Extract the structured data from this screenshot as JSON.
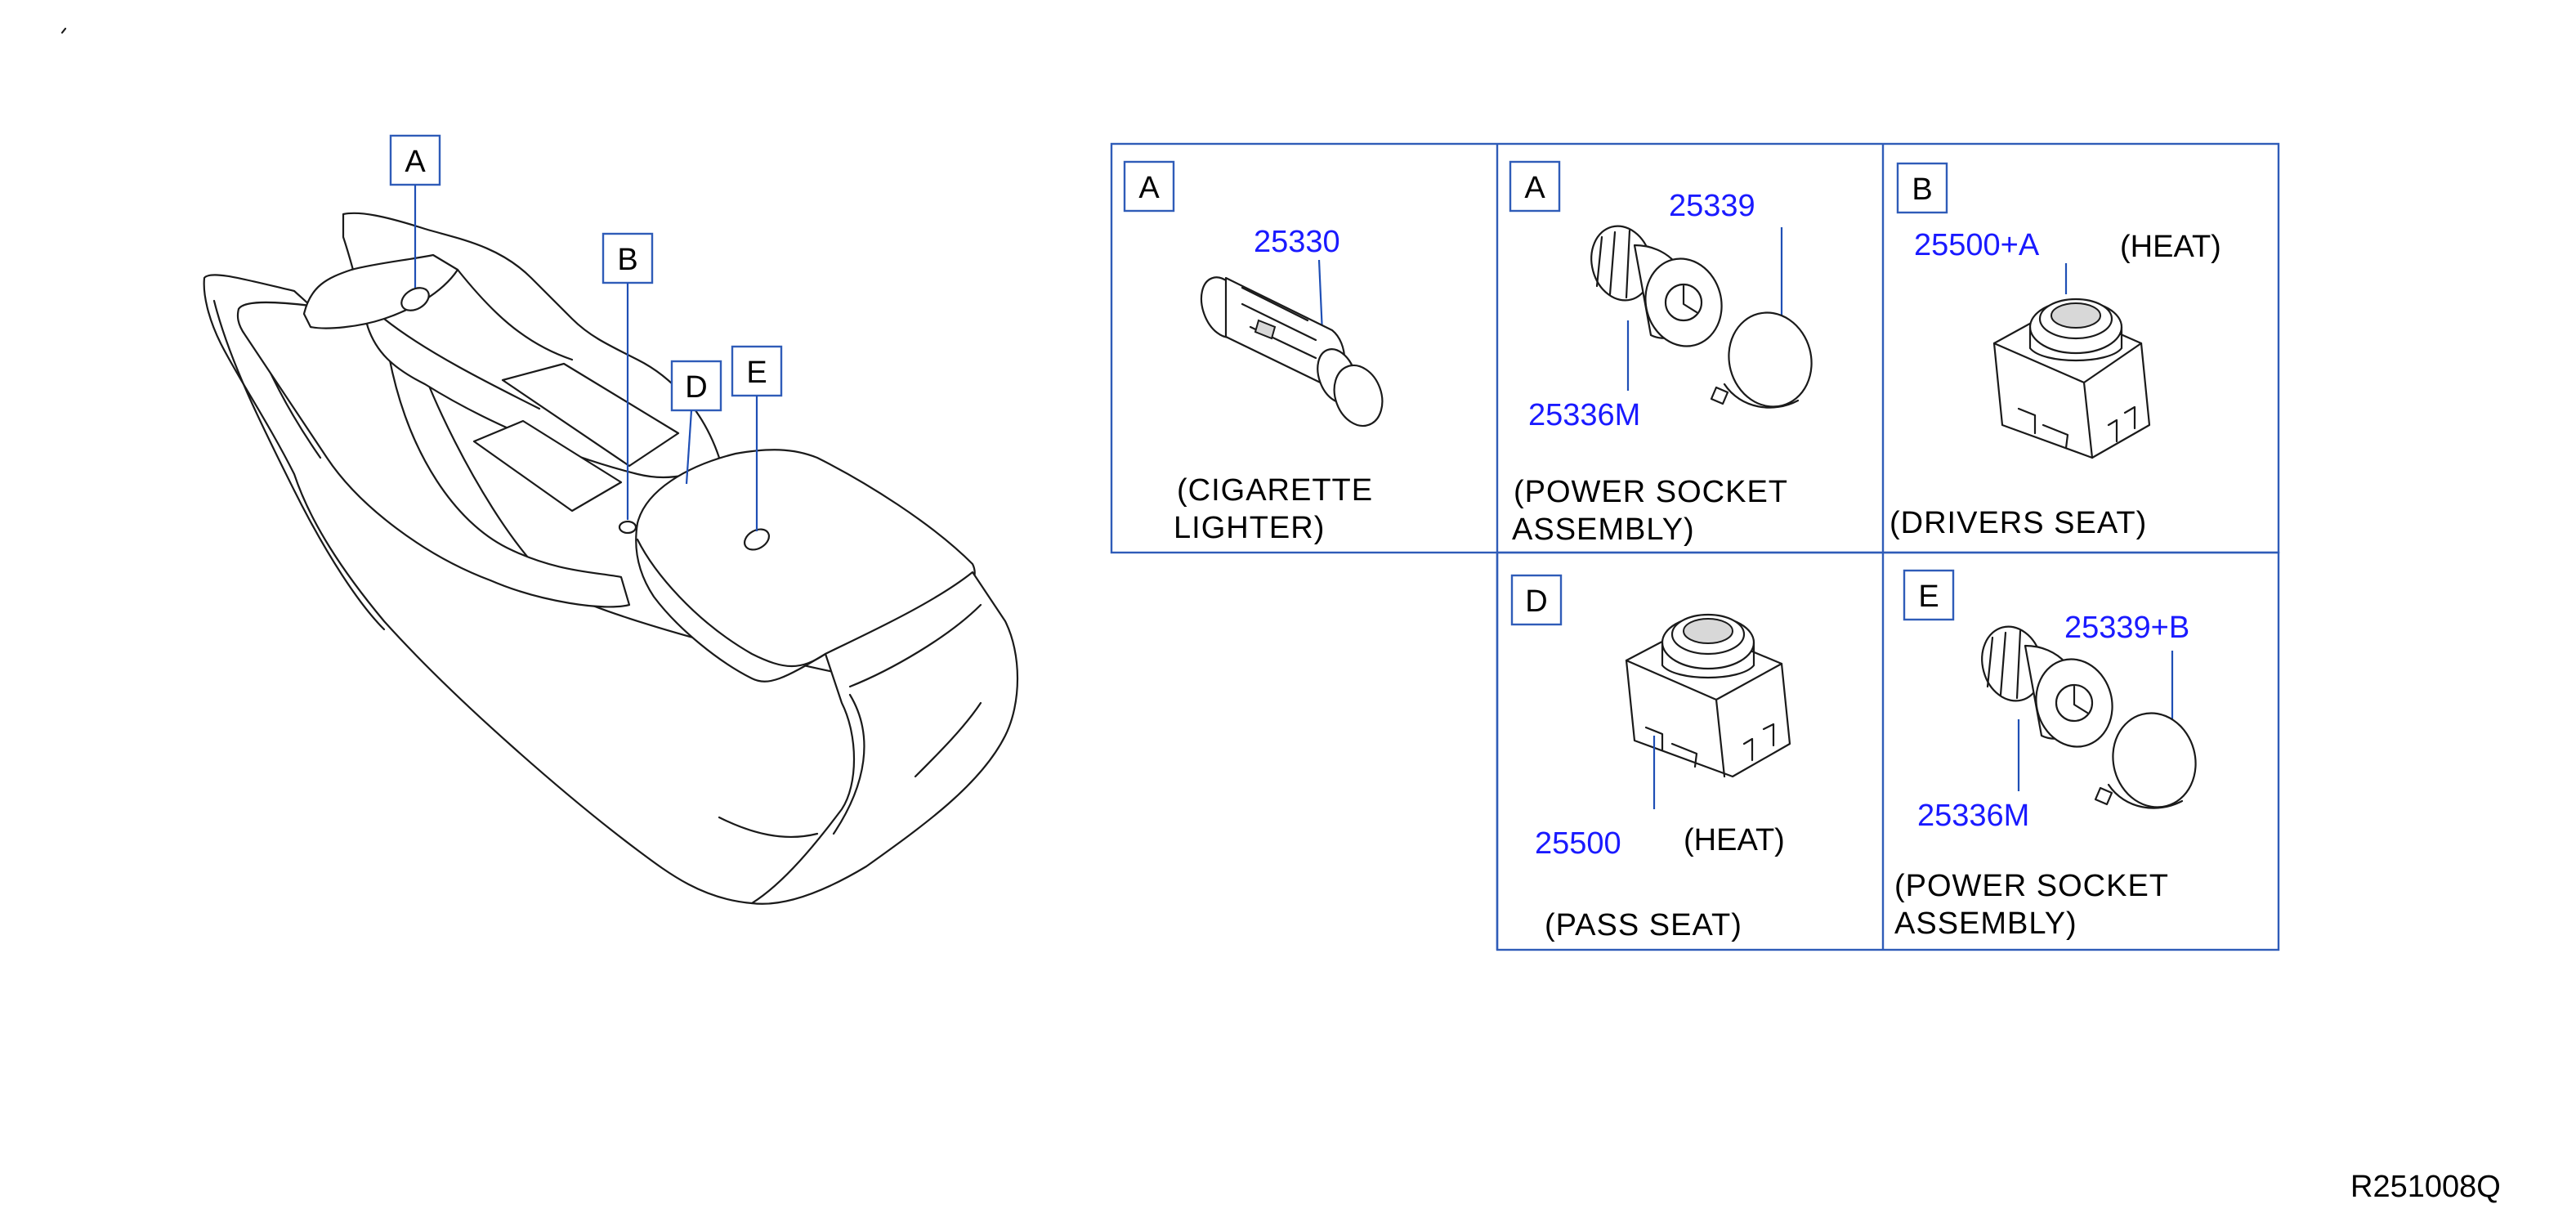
{
  "colors": {
    "part_number": "#1a1aff",
    "frame": "#2f5cb8",
    "leader": "#1f4fb5",
    "text": "#000000"
  },
  "overview_tags": [
    "A",
    "B",
    "D",
    "E"
  ],
  "cells": {
    "cig": {
      "tag": "A",
      "part": "25330",
      "caption1": "(CIGARETTE",
      "caption2": "LIGHTER)"
    },
    "ps1": {
      "tag": "A",
      "part_top": "25339",
      "part_bottom": "25336M",
      "caption1": "(POWER   SOCKET",
      "caption2": "ASSEMBLY)"
    },
    "drv": {
      "tag": "B",
      "part": "25500+A",
      "qual": "(HEAT)",
      "caption1": "(DRIVERS   SEAT)"
    },
    "pas": {
      "tag": "D",
      "part": "25500",
      "qual": "(HEAT)",
      "caption1": "(PASS   SEAT)"
    },
    "ps2": {
      "tag": "E",
      "part_top": "25339+B",
      "part_bottom": "25336M",
      "caption1": "(POWER   SOCKET",
      "caption2": "ASSEMBLY)"
    }
  },
  "diagram_code": "R251008Q"
}
